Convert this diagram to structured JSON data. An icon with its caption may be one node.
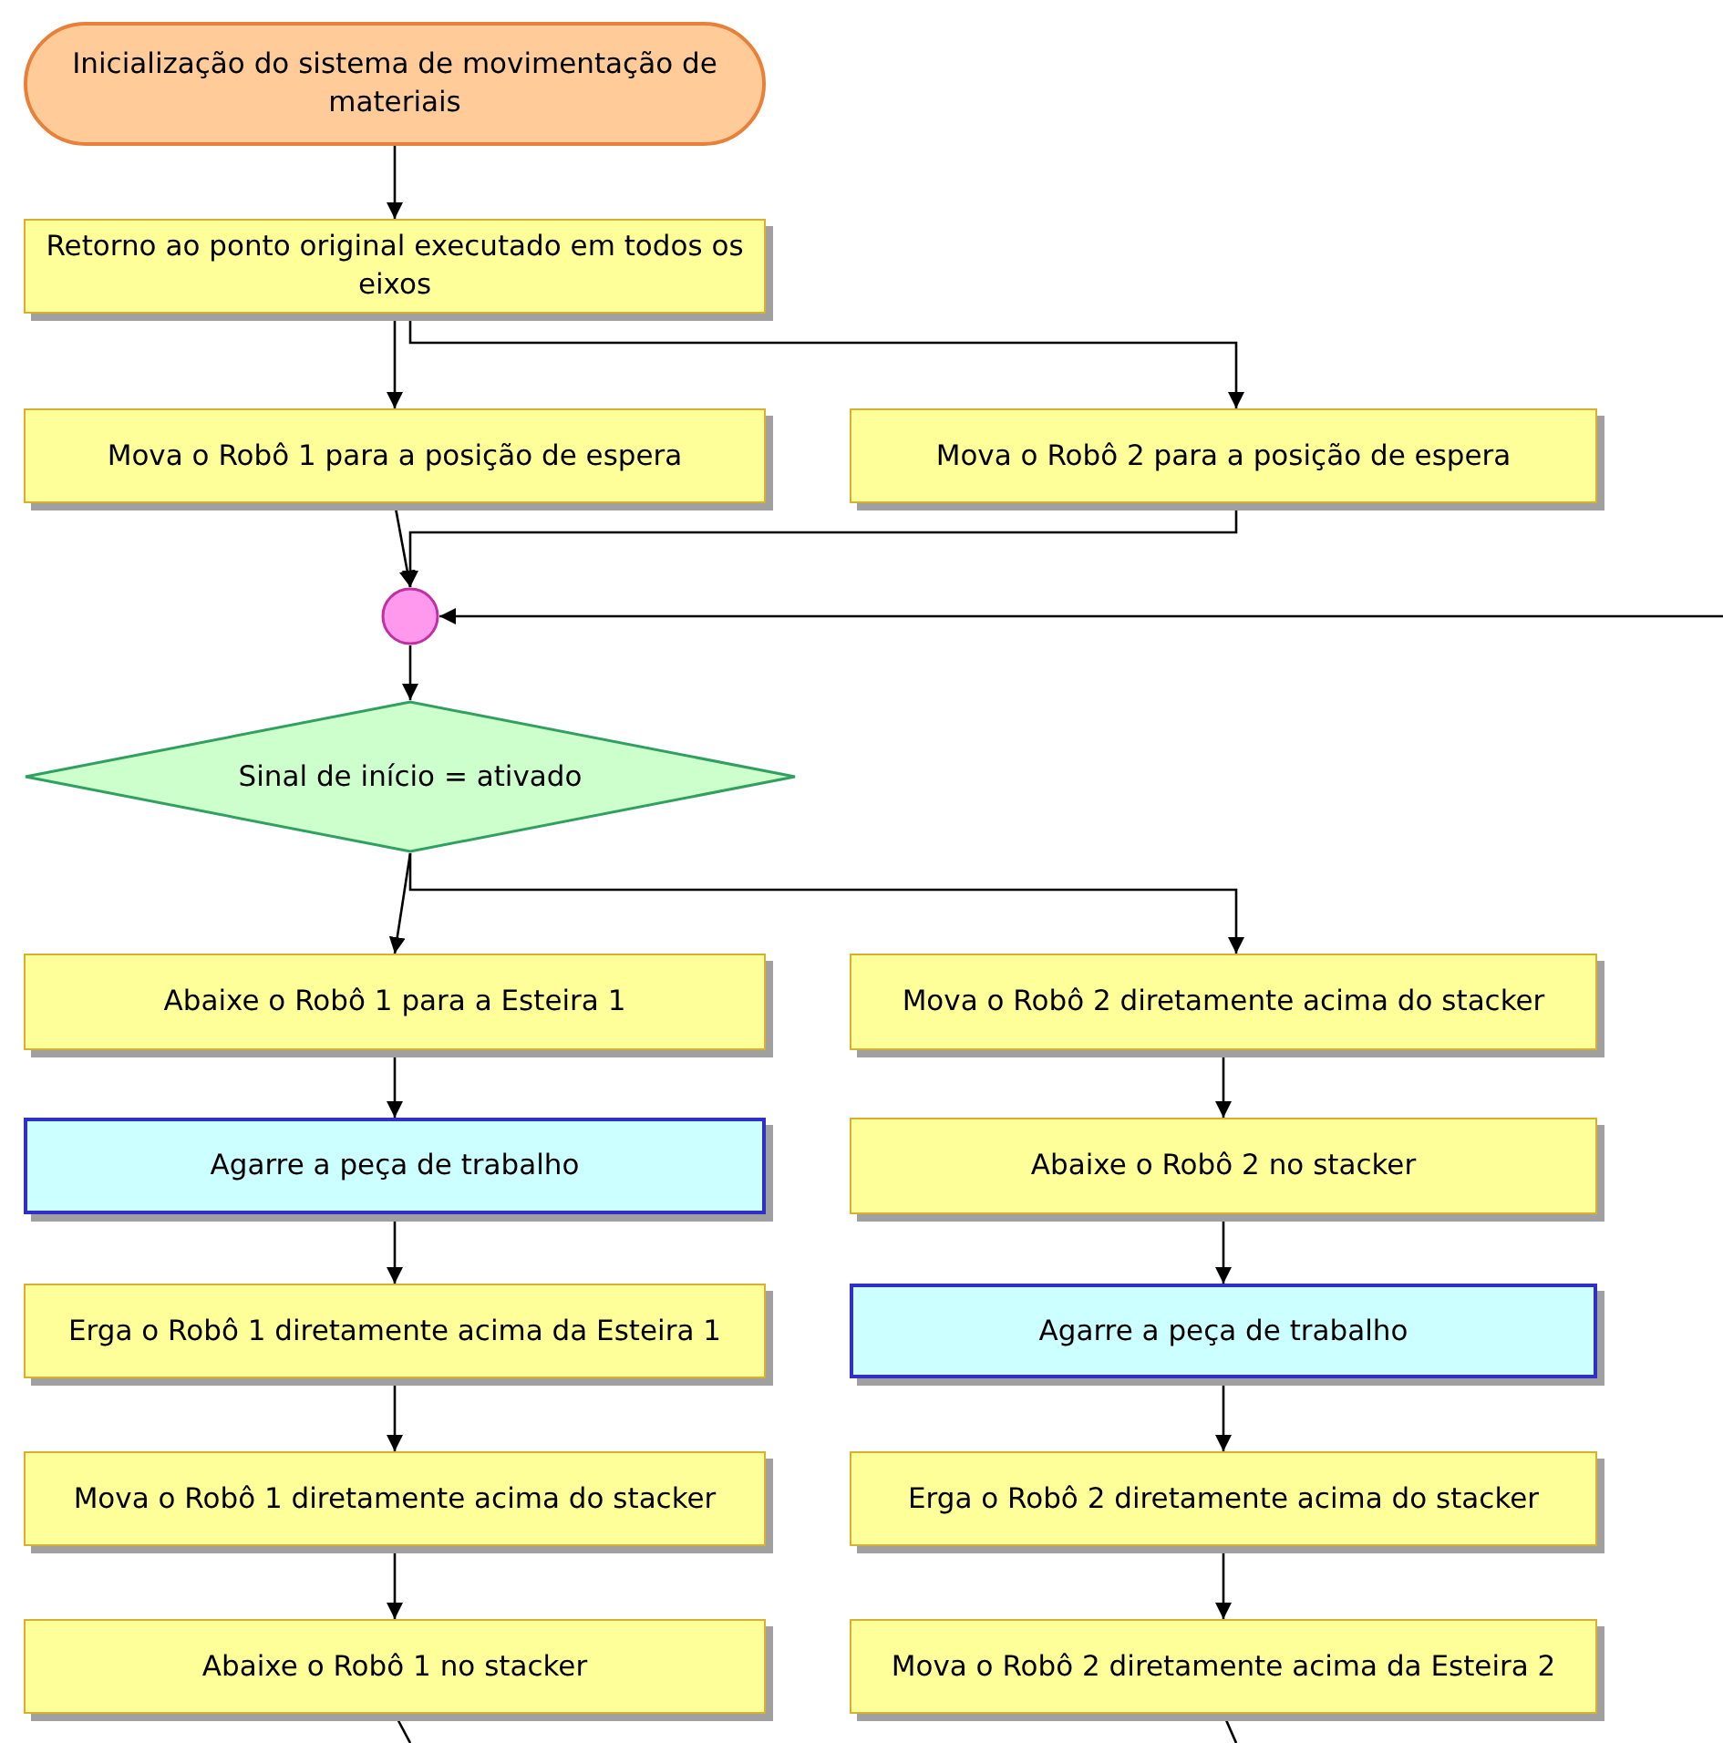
{
  "diagram": {
    "nodes": [
      {
        "text": [
          "Inicialização do sistema de movimentação de materiais"
        ]
      },
      {
        "text": [
          "Retorno ao ponto original executado em todos os eixos"
        ]
      },
      {
        "text": [
          "Mova o Robô 1 para a posição de espera"
        ]
      },
      {
        "text": [
          "Mova o Robô 2 para a posição de espera"
        ]
      },
      {
        "text": [],
        "shape": "circle"
      },
      {
        "text": [
          "Sinal de início = ativado"
        ]
      },
      {
        "text": [
          "Abaixe o Robô 1 para a Esteira 1"
        ]
      },
      {
        "text": [
          "Agarre a peça de trabalho"
        ]
      },
      {
        "text": [
          "Erga o Robô 1 diretamente acima da Esteira 1"
        ]
      },
      {
        "text": [
          "Mova o Robô 1 diretamente acima do stacker"
        ]
      },
      {
        "text": [
          "Abaixe o Robô 1 no stacker"
        ]
      },
      {
        "text": [
          "Mova o Robô 2 diretamente acima do stacker"
        ]
      },
      {
        "text": [
          "Abaixe o Robô 2 no stacker"
        ]
      },
      {
        "text": [
          "Agarre a peça de trabalho"
        ]
      },
      {
        "text": [
          "Erga o Robô 2 diretamente acima do stacker"
        ]
      },
      {
        "text": [
          "Mova o Robô 2 diretamente acima da Esteira 2"
        ]
      }
    ],
    "edges": [
      {
        "from": 0,
        "to": 1,
        "arrow": "to"
      },
      {
        "from": 1,
        "to": 2,
        "arrow": "to"
      },
      {
        "from": 1,
        "to": 3,
        "arrow": "to"
      },
      {
        "from": 2,
        "to": 4,
        "arrow": "to"
      },
      {
        "from": 3,
        "to": 4,
        "arrow": "to"
      },
      {
        "from": null,
        "to": 4,
        "arrow": "to"
      },
      {
        "from": 4,
        "to": 5,
        "arrow": "to"
      },
      {
        "from": 5,
        "to": 6,
        "arrow": "to"
      },
      {
        "from": 5,
        "to": 11,
        "arrow": "to"
      },
      {
        "from": 6,
        "to": 7,
        "arrow": "to"
      },
      {
        "from": 7,
        "to": 8,
        "arrow": "to"
      },
      {
        "from": 8,
        "to": 9,
        "arrow": "to"
      },
      {
        "from": 9,
        "to": 10,
        "arrow": "to"
      },
      {
        "from": 11,
        "to": 12,
        "arrow": "to"
      },
      {
        "from": 12,
        "to": 13,
        "arrow": "to"
      },
      {
        "from": 13,
        "to": 14,
        "arrow": "to"
      },
      {
        "from": 14,
        "to": 15,
        "arrow": "to"
      },
      {
        "from": 10,
        "to": null,
        "arrow": "none"
      },
      {
        "from": 15,
        "to": null,
        "arrow": "none"
      }
    ]
  }
}
